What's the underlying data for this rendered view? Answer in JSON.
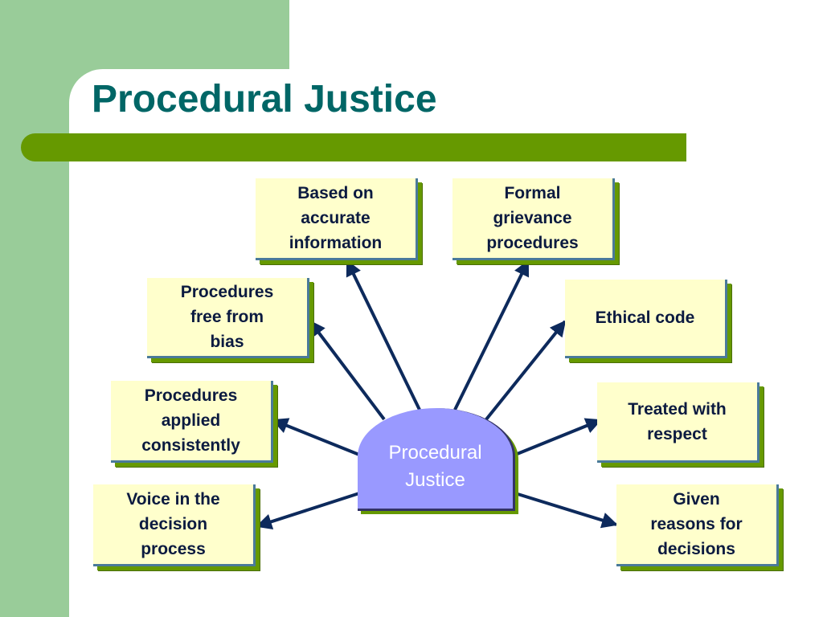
{
  "title": "Procedural Justice",
  "center_label": "Procedural\nJustice",
  "boxes": {
    "accurate_info": "Based on\naccurate\ninformation",
    "grievance": "Formal\ngrievance\nprocedures",
    "free_bias": "Procedures\nfree from\nbias",
    "ethical": "Ethical code",
    "applied": "Procedures\napplied\nconsistently",
    "respect": "Treated with\nrespect",
    "voice": "Voice in the\ndecision\nprocess",
    "reasons": "Given\nreasons for\ndecisions"
  },
  "colors": {
    "background_green": "#99cc99",
    "title_text": "#006666",
    "title_bar": "#669900",
    "box_fill": "#ffffcc",
    "center_fill": "#9999ff",
    "arrow": "#0d2a5c"
  }
}
